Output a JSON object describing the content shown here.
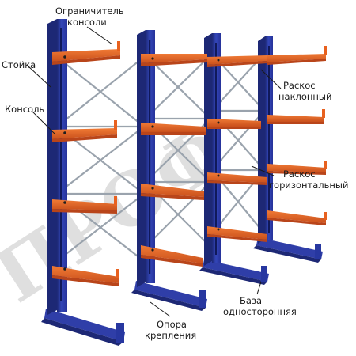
{
  "labels": {
    "arm_stopper_line1": "Ограничитель",
    "arm_stopper_line2": "консоли",
    "upright": "Стойка",
    "arm": "Консоль",
    "diagonal_brace_line1": "Раскос",
    "diagonal_brace_line2": "наклонный",
    "horizontal_brace_line1": "Раскос",
    "horizontal_brace_line2": "горизонтальный",
    "single_base_line1": "База",
    "single_base_line2": "односторонняя",
    "mount_support_line1": "Опора",
    "mount_support_line2": "крепления"
  },
  "watermark": "ПРОФ",
  "colors": {
    "upright": "#2f3ea8",
    "upright_dark": "#1d2875",
    "arm": "#e8611f",
    "arm_dark": "#b9451a",
    "brace": "#9aa3ad",
    "text": "#1a1a1a"
  }
}
